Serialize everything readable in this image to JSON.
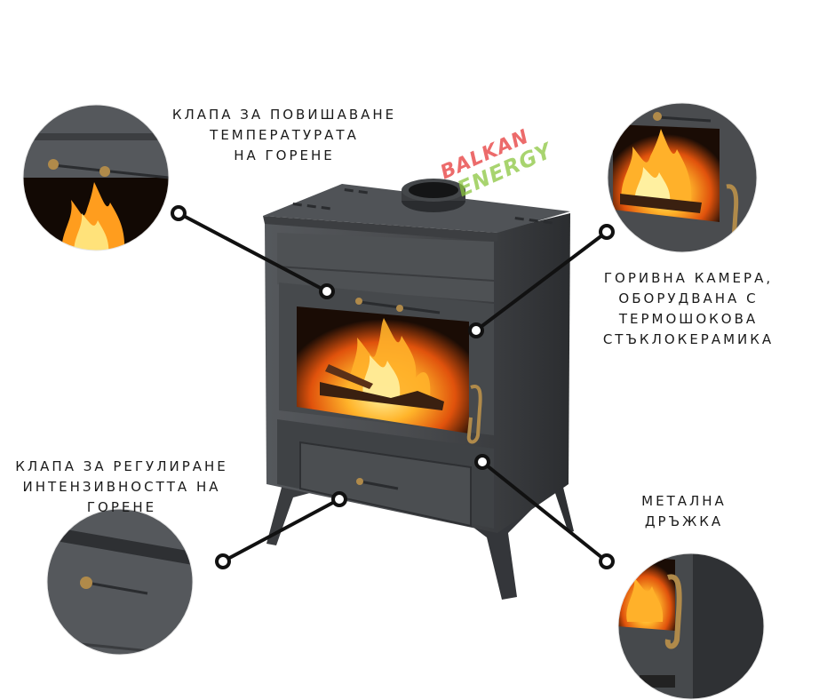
{
  "labels": {
    "damper_temperature": [
      "КЛАПА ЗА ПОВИШАВАНЕ",
      "ТЕМПЕРАТУРАТА",
      "НА ГОРЕНЕ"
    ],
    "combustion_chamber": [
      "ГОРИВНА КАМЕРА,",
      "ОБОРУДВАНА С",
      "ТЕРМОШОКОВА",
      "СТЪКЛОКЕРАМИКА"
    ],
    "damper_regulation": [
      "КЛАПА ЗА РЕГУЛИРАНЕ",
      "ИНТЕНЗИВНОСТТА НА",
      "ГОРЕНЕ"
    ],
    "metal_handle": [
      "МЕТАЛНА",
      "ДРЪЖКА"
    ]
  },
  "logo": {
    "line1": "BALKAN",
    "line2": "ENERGY"
  },
  "colors": {
    "stove_body": "#4a4c4f",
    "stove_dark": "#2e3033",
    "flame": "#f07a12",
    "brass": "#b08a4a",
    "logo_red": "#e63a3a",
    "logo_green": "#8cc63f"
  }
}
